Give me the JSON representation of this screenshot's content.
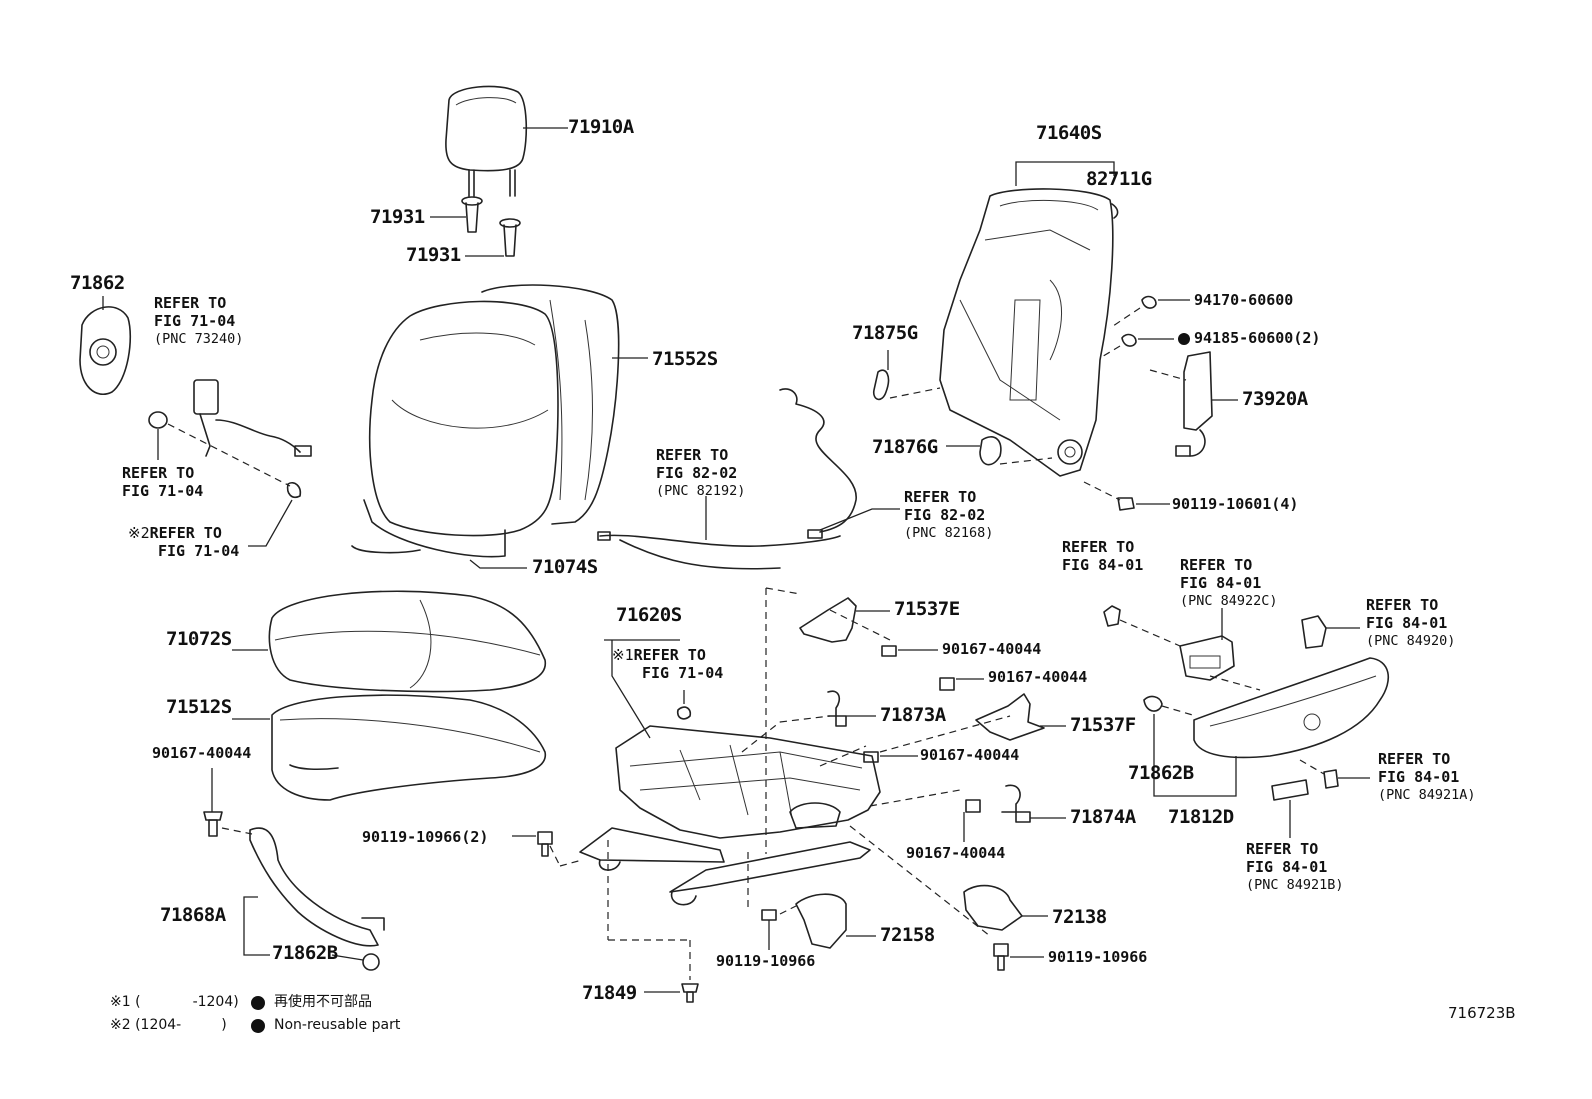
{
  "labels": {
    "headrest": "71910A",
    "headrest_support_1": "71931",
    "headrest_support_2": "71931",
    "trim_cap": "71862",
    "back_cover": "71552S",
    "back_pad": "71074S",
    "cushion_cover": "71072S",
    "cushion_pad": "71512S",
    "screw_left": "90167-40044",
    "shield_cover": "71868A",
    "clip_left": "71862B",
    "seat_adjuster": "71620S",
    "cover_71537E": "71537E",
    "bolt_a": "90167-40044",
    "bolt_b": "90167-40044",
    "hook_71873A": "71873A",
    "cover_71537F": "71537F",
    "bolt_c": "90167-40044",
    "hook_71874A": "71874A",
    "bolt_d": "90167-40044",
    "bolt_90119_2": "90119-10966(2)",
    "bolt_90119_e": "90119-10966",
    "cover_72158": "72158",
    "cover_72138": "72138",
    "bolt_90119_f": "90119-10966",
    "bolt_71849": "71849",
    "frame": "71640S",
    "clip_82711G": "82711G",
    "nut_94170": "94170-60600",
    "nut_94185": "94185-60600(2)",
    "airbag": "73920A",
    "pad_71875G": "71875G",
    "pad_71876G": "71876G",
    "bolt_90119_4": "90119-10601(4)",
    "clip_right": "71862B",
    "shield_right": "71812D"
  },
  "refs": {
    "seatbelt": {
      "l1": "REFER TO",
      "l2": "FIG 71-04",
      "l3": "(PNC 73240)"
    },
    "belt_bolt": {
      "l1": "REFER TO",
      "l2": "FIG 71-04"
    },
    "belt_clip": {
      "mark": "※2",
      "l1": "REFER TO",
      "l2": "FIG 71-04"
    },
    "harness_1": {
      "l1": "REFER TO",
      "l2": "FIG 82-02",
      "l3": "(PNC 82192)"
    },
    "harness_2": {
      "l1": "REFER TO",
      "l2": "FIG 82-02",
      "l3": "(PNC 82168)"
    },
    "adjuster_ref": {
      "mark": "※1",
      "l1": "REFER TO",
      "l2": "FIG 71-04"
    },
    "switch_ref_a": {
      "l1": "REFER TO",
      "l2": "FIG 84-01"
    },
    "switch_ref_b": {
      "l1": "REFER TO",
      "l2": "FIG 84-01",
      "l3": "(PNC 84922C)"
    },
    "switch_ref_c": {
      "l1": "REFER TO",
      "l2": "FIG 84-01",
      "l3": "(PNC 84920)"
    },
    "switch_ref_d": {
      "l1": "REFER TO",
      "l2": "FIG 84-01",
      "l3": "(PNC 84921A)"
    },
    "switch_ref_e": {
      "l1": "REFER TO",
      "l2": "FIG 84-01",
      "l3": "(PNC 84921B)"
    }
  },
  "footnotes": {
    "note1_mark": "※1 (",
    "note1_range": "-1204)",
    "note2_mark": "※2 (1204-",
    "note2_range": ")",
    "legend_jp": "再使用不可部品",
    "legend_en": "Non-reusable part"
  },
  "figure_id": "716723B"
}
